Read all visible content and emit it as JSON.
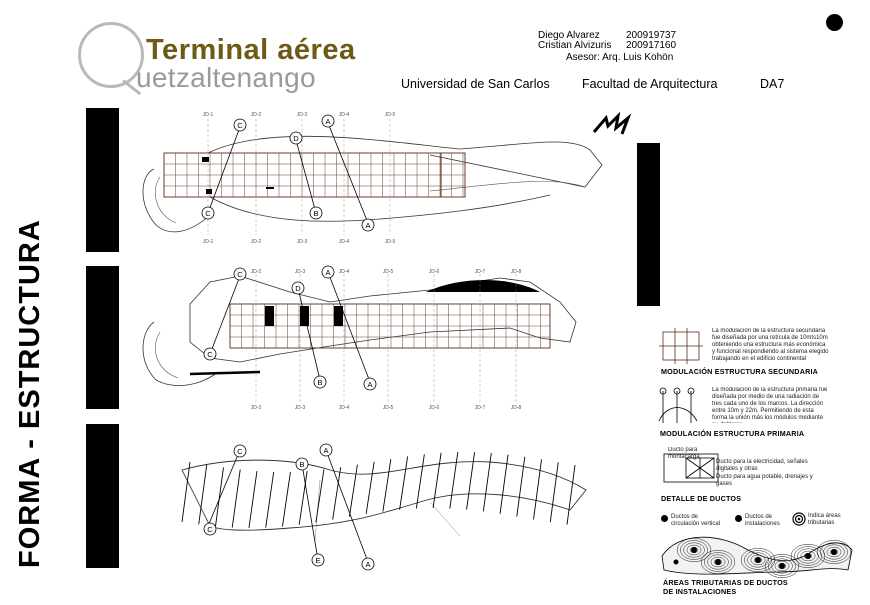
{
  "header": {
    "title_line1": "Terminal aérea",
    "title_line2": "uetzaltenango",
    "authors": [
      {
        "name": "Diego Alvarez",
        "id": "200919737"
      },
      {
        "name": "Cristian Alvizuris",
        "id": "200917160"
      }
    ],
    "advisor": "Asesor: Arq. Luis Kohön",
    "university": "Universidad de San Carlos",
    "faculty": "Facultad de Arquitectura",
    "course": "DA7"
  },
  "side_label": "FORMA - ESTRUCTURA",
  "plan1": {
    "axis_top": [
      "JD-1",
      "JD-2",
      "JD-3",
      "JD-4",
      "JD-5"
    ],
    "axis_bottom": [
      "JD-1",
      "JD-2",
      "JD-3",
      "JD-4",
      "JD-5"
    ],
    "markers": [
      "C",
      "D",
      "A",
      "C",
      "B",
      "A"
    ]
  },
  "plan2": {
    "axis_top": [
      "JD-2",
      "JD-3",
      "JD-4",
      "JD-5",
      "JD-6",
      "JD-7",
      "JD-8"
    ],
    "axis_bottom": [
      "JD-2",
      "JD-3",
      "JD-4",
      "JD-5",
      "JD-6",
      "JD-7",
      "JD-8"
    ],
    "markers": [
      "C",
      "D",
      "A",
      "C",
      "B",
      "A"
    ]
  },
  "plan3": {
    "markers": [
      "C",
      "B",
      "A",
      "C",
      "E",
      "A"
    ]
  },
  "legend": {
    "secondary": {
      "text": "La modulación de la estructura secundaria fue diseñada por una retícula de 10mts10m obteniendo una estructura más económica y funcional respondiendo al sistema elegido trabajando en el edificio continental",
      "heading": "MODULACIÓN ESTRUCTURA SECUNDARIA"
    },
    "primary": {
      "text": "La modulación de la estructura primaria fue diseñada por medio de una radiación de tres cada uno de los marcos. La dirección entre 10m y 22m. Permitiendo de esta forma la unión más los módulos mediante su doblarse.",
      "heading": "MODULACIÓN ESTRUCTURA PRIMARIA"
    },
    "ducts": {
      "items": [
        "Ducto para montacarga",
        "Ducto para la electricidad, señales digitales y otras",
        "Ducto para agua potable, drenajes y gases"
      ],
      "heading": "DETALLE DE DUCTOS"
    },
    "tributary": {
      "keys": [
        "Ductos de circulación vertical",
        "Ductos de instalaciones",
        "Indica áreas tributarias"
      ],
      "heading_line1": "ÁREAS TRIBUTARIAS DE DUCTOS",
      "heading_line2": "DE INSTALACIONES"
    }
  }
}
